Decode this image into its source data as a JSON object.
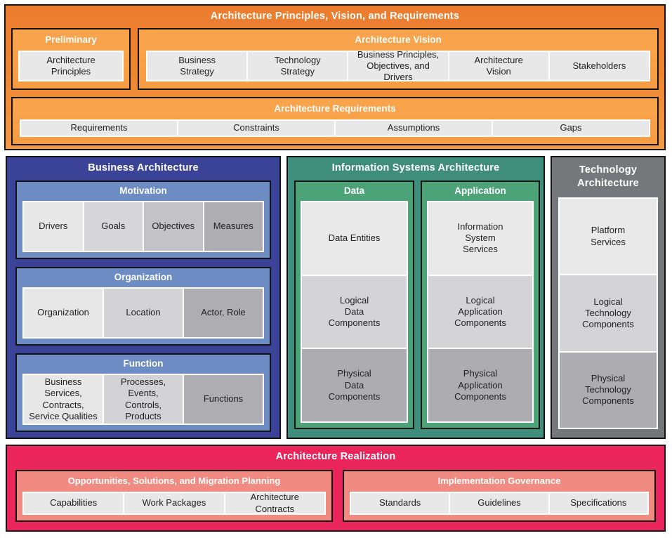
{
  "palette": {
    "orange_outer": "#ec7c2f",
    "orange_inner": "#f8a24b",
    "navy": "#3a4397",
    "blue_panel": "#6d8cc4",
    "teal": "#3f8e7c",
    "green_panel": "#4ca377",
    "gray_section": "#76777a",
    "crimson": "#e9255c",
    "salmon": "#f18b82",
    "cell_light": "#e8e8e8",
    "cell_mid": "#d4d4d6",
    "cell_dark": "#adadb1"
  },
  "top": {
    "title": "Architecture Principles, Vision, and Requirements",
    "preliminary": {
      "title": "Preliminary",
      "cells": [
        "Architecture\nPrinciples"
      ]
    },
    "vision": {
      "title": "Architecture Vision",
      "cells": [
        "Business\nStrategy",
        "Technology\nStrategy",
        "Business Principles,\nObjectives, and Drivers",
        "Architecture\nVision",
        "Stakeholders"
      ]
    },
    "requirements": {
      "title": "Architecture Requirements",
      "cells": [
        "Requirements",
        "Constraints",
        "Assumptions",
        "Gaps"
      ]
    }
  },
  "business": {
    "title": "Business Architecture",
    "groups": [
      {
        "title": "Motivation",
        "cells": [
          "Drivers",
          "Goals",
          "Objectives",
          "Measures"
        ]
      },
      {
        "title": "Organization",
        "cells": [
          "Organization",
          "Location",
          "Actor, Role"
        ]
      },
      {
        "title": "Function",
        "cells": [
          "Business\nServices,\nContracts,\nService Qualities",
          "Processes,\nEvents,\nControls,\nProducts",
          "Functions"
        ]
      }
    ]
  },
  "information": {
    "title": "Information Systems Architecture",
    "columns": [
      {
        "title": "Data",
        "cells": [
          "Data Entities",
          "Logical\nData\nComponents",
          "Physical\nData\nComponents"
        ]
      },
      {
        "title": "Application",
        "cells": [
          "Information\nSystem\nServices",
          "Logical\nApplication\nComponents",
          "Physical\nApplication\nComponents"
        ]
      }
    ]
  },
  "technology": {
    "title": "Technology\nArchitecture",
    "cells": [
      "Platform\nServices",
      "Logical\nTechnology\nComponents",
      "Physical\nTechnology\nComponents"
    ]
  },
  "realization": {
    "title": "Architecture Realization",
    "groups": [
      {
        "title": "Opportunities, Solutions, and Migration Planning",
        "cells": [
          "Capabilities",
          "Work Packages",
          "Architecture\nContracts"
        ]
      },
      {
        "title": "Implementation Governance",
        "cells": [
          "Standards",
          "Guidelines",
          "Specifications"
        ]
      }
    ]
  }
}
